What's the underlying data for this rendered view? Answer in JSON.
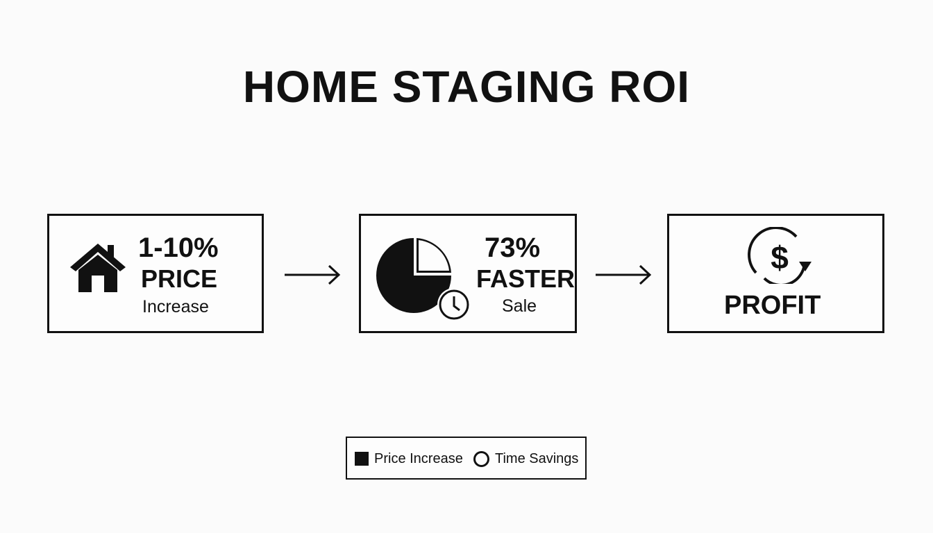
{
  "title": "HOME STAGING ROI",
  "boxes": [
    {
      "icon": "house-icon",
      "value": "1-10%",
      "label": "PRICE",
      "sublabel": "Increase"
    },
    {
      "icon": "pie-clock-icon",
      "value": "73%",
      "label": "FASTER",
      "sublabel": "Sale"
    },
    {
      "icon": "dollar-cycle-icon",
      "label": "PROFIT"
    }
  ],
  "legend": {
    "items": [
      {
        "marker": "filled-square",
        "label": "Price Increase"
      },
      {
        "marker": "hollow-circle",
        "label": "Time Savings"
      }
    ]
  },
  "colors": {
    "ink": "#111111",
    "background": "#fbfbfb"
  }
}
